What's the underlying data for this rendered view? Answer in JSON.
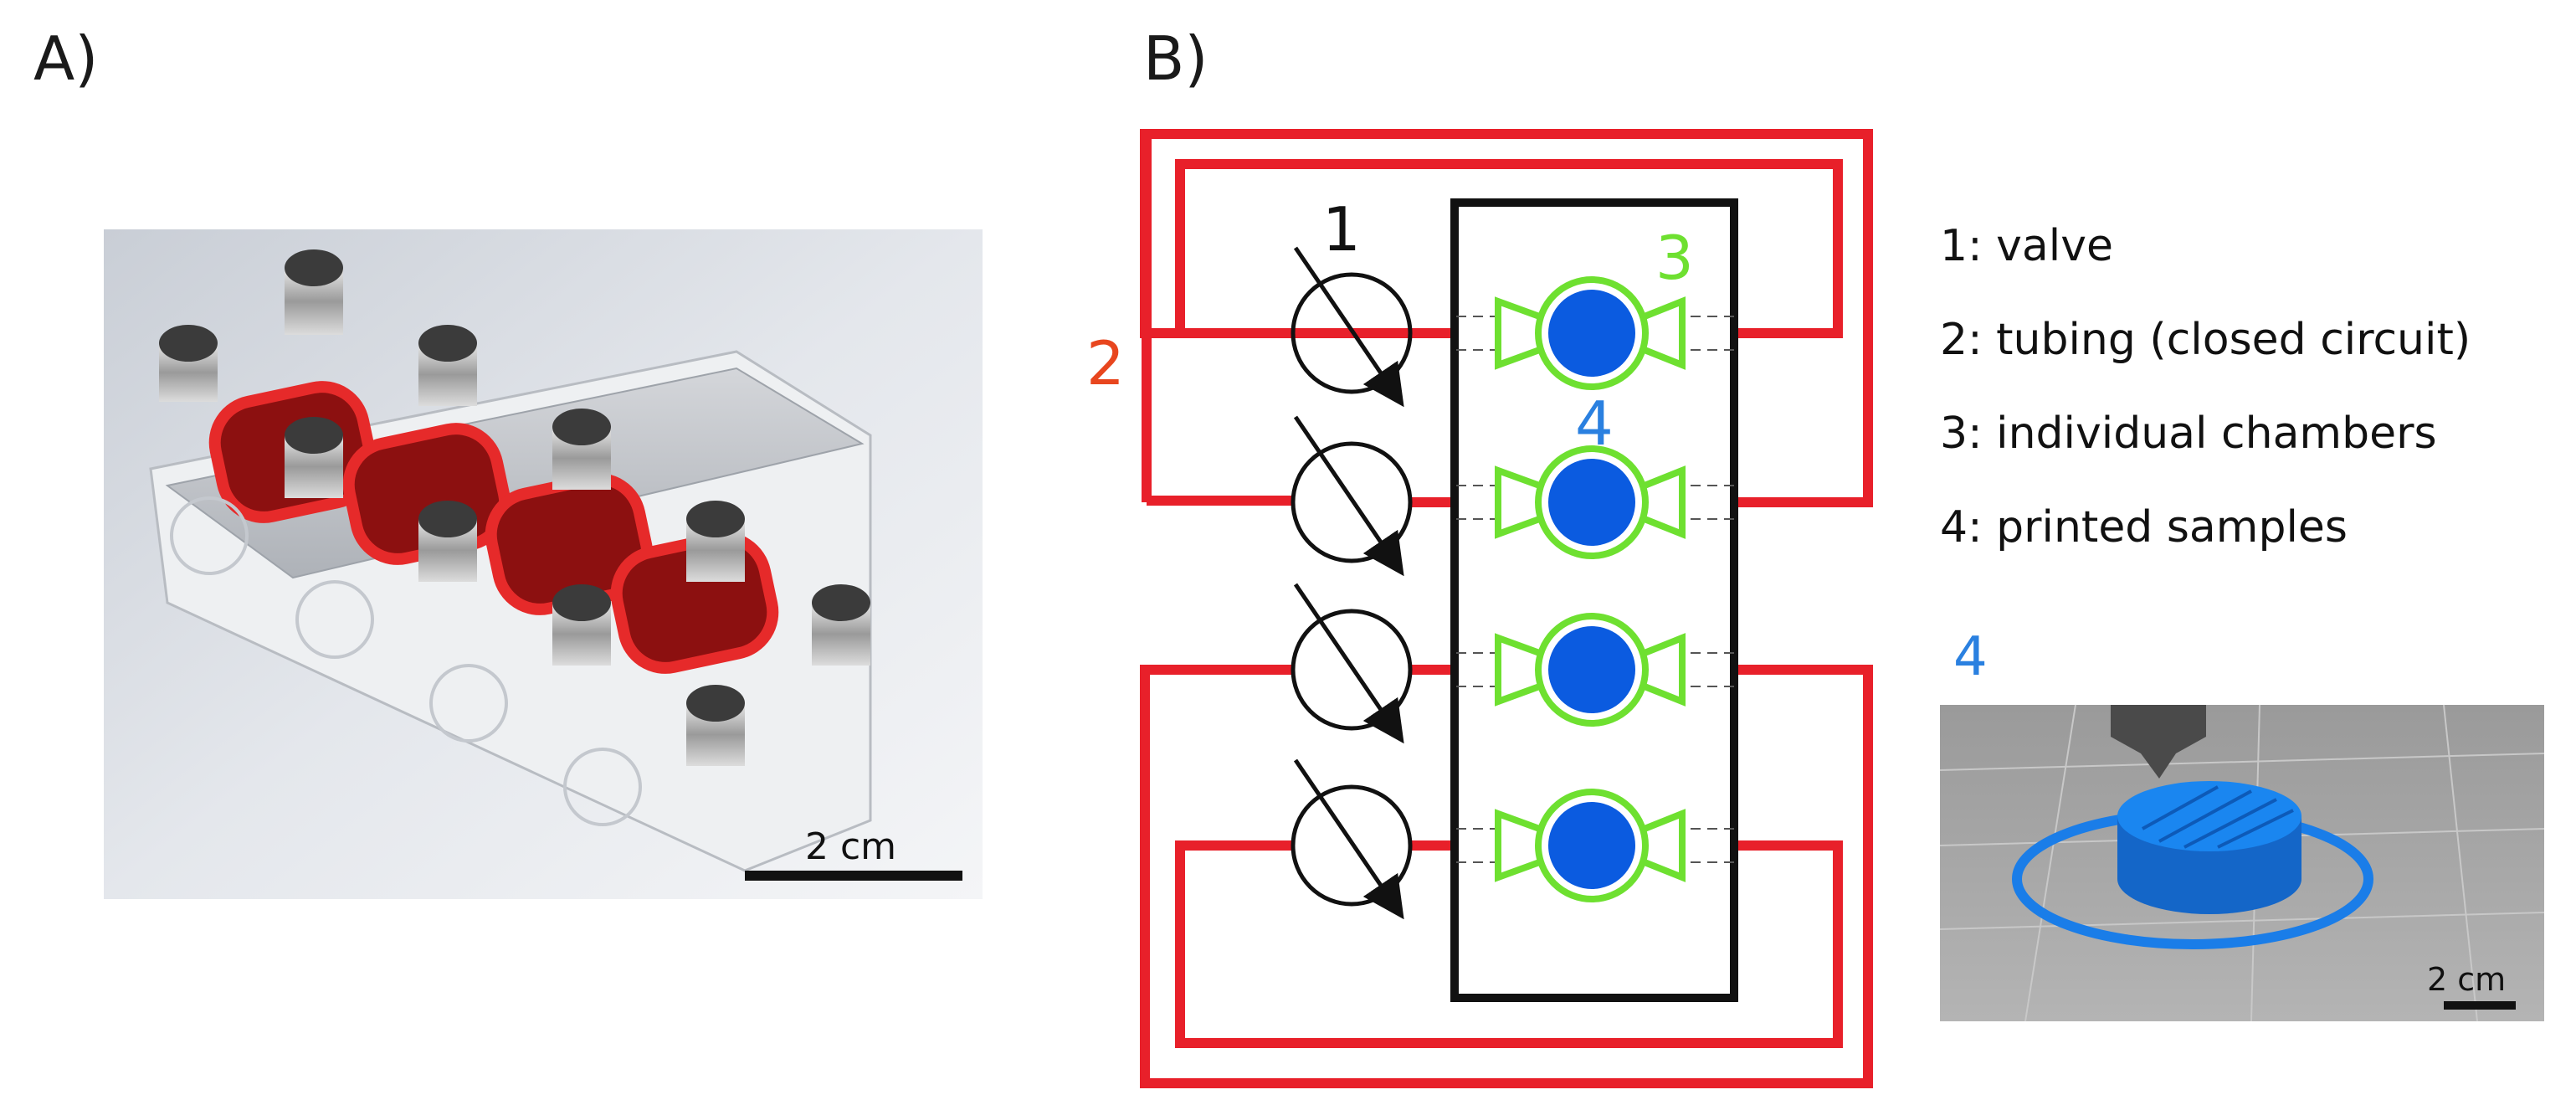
{
  "panels": {
    "a": {
      "label": "A)",
      "scale_label": "2 cm"
    },
    "b": {
      "label": "B)"
    }
  },
  "diagram": {
    "valve_number": "1",
    "tubing_number": "2",
    "chamber_number": "3",
    "sample_number": "4",
    "valve_count": 4,
    "chamber_count": 4
  },
  "legend": [
    {
      "number": "1",
      "text": "1: valve"
    },
    {
      "number": "2",
      "text": "2: tubing (closed circuit)"
    },
    {
      "number": "3",
      "text": "3: individual chambers"
    },
    {
      "number": "4",
      "text": "4: printed samples"
    }
  ],
  "inset": {
    "number": "4",
    "scale_label": "2 cm"
  },
  "colors": {
    "tubing": "#e8202a",
    "chamber_outline": "#6ee030",
    "sample": "#0b5be0",
    "label_2": "#e8461e",
    "label_3": "#6ee030",
    "label_4": "#2a80e0",
    "printed_sample": "#1a7de8",
    "render_background": "#d9dde3"
  }
}
